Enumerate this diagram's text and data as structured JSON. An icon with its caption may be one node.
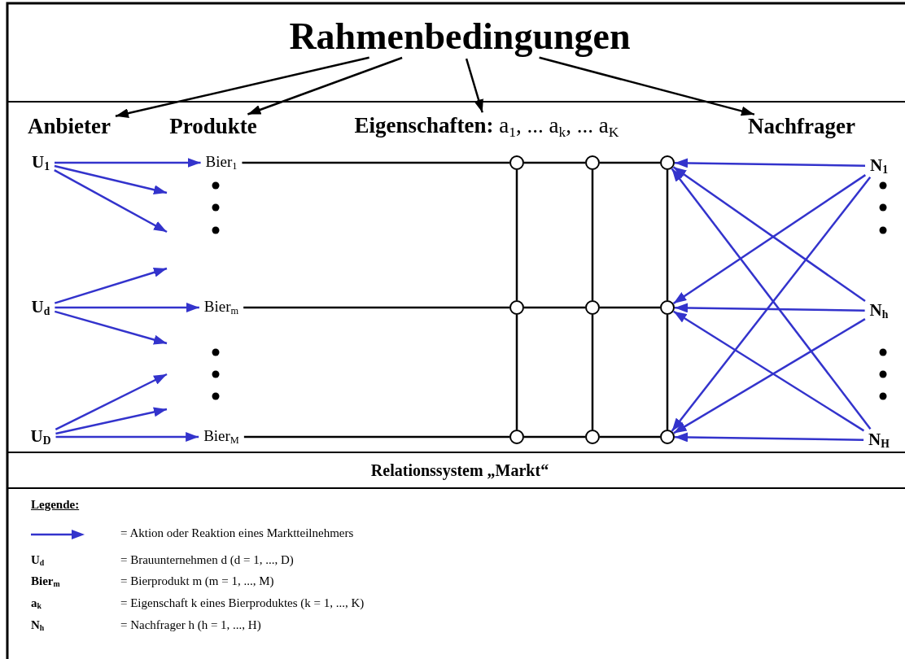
{
  "diagram": {
    "nodes": [
      {
        "text": [
          "Rahmenbedingungen"
        ]
      },
      {
        "text": [
          "Anbieter"
        ]
      },
      {
        "text": [
          "Produkte"
        ]
      },
      {
        "text": [
          "**Eigenschaften:** a$_{1}$, ... a$_{k}$, ... a$_{K}$"
        ]
      },
      {
        "text": [
          "Nachfrager"
        ]
      },
      {
        "text": [
          "U$_{1}$"
        ]
      },
      {
        "text": [
          "U$_{d}$"
        ]
      },
      {
        "text": [
          "U$_{D}$"
        ]
      },
      {
        "text": [
          "Bier$_{1}$"
        ]
      },
      {
        "text": [
          "Bier$_{m}$"
        ]
      },
      {
        "text": [
          "Bier$_{M}$"
        ]
      },
      {
        "text": [],
        "shape": "circle"
      },
      {
        "text": [],
        "shape": "circle"
      },
      {
        "text": [],
        "shape": "circle"
      },
      {
        "text": [],
        "shape": "circle"
      },
      {
        "text": [],
        "shape": "circle"
      },
      {
        "text": [],
        "shape": "circle"
      },
      {
        "text": [],
        "shape": "circle"
      },
      {
        "text": [],
        "shape": "circle"
      },
      {
        "text": [],
        "shape": "circle"
      },
      {
        "text": [
          "N$_{1}$"
        ]
      },
      {
        "text": [
          "N$_{h}$"
        ]
      },
      {
        "text": [
          "N$_{H}$"
        ]
      }
    ],
    "edges": [
      {
        "from": 0,
        "to": 1,
        "arrow": "to"
      },
      {
        "from": 0,
        "to": 2,
        "arrow": "to"
      },
      {
        "from": 0,
        "to": 3,
        "arrow": "to"
      },
      {
        "from": 0,
        "to": 4,
        "arrow": "to"
      },
      {
        "from": 5,
        "to": 8,
        "arrow": "to",
        "color": "#3333cc"
      },
      {
        "from": 5,
        "to": null,
        "arrow": "to",
        "color": "#3333cc"
      },
      {
        "from": 5,
        "to": null,
        "arrow": "to",
        "color": "#3333cc"
      },
      {
        "from": 6,
        "to": null,
        "arrow": "to",
        "color": "#3333cc"
      },
      {
        "from": 6,
        "to": 9,
        "arrow": "to",
        "color": "#3333cc"
      },
      {
        "from": 6,
        "to": null,
        "arrow": "to",
        "color": "#3333cc"
      },
      {
        "from": 7,
        "to": null,
        "arrow": "to",
        "color": "#3333cc"
      },
      {
        "from": 7,
        "to": null,
        "arrow": "to",
        "color": "#3333cc"
      },
      {
        "from": 7,
        "to": 10,
        "arrow": "to",
        "color": "#3333cc"
      },
      {
        "from": 8,
        "to": 11,
        "arrow": "none"
      },
      {
        "from": 11,
        "to": 12,
        "arrow": "none"
      },
      {
        "from": 12,
        "to": 13,
        "arrow": "none"
      },
      {
        "from": 9,
        "to": 14,
        "arrow": "none"
      },
      {
        "from": 14,
        "to": 15,
        "arrow": "none"
      },
      {
        "from": 15,
        "to": 16,
        "arrow": "none"
      },
      {
        "from": 10,
        "to": 17,
        "arrow": "none"
      },
      {
        "from": 17,
        "to": 18,
        "arrow": "none"
      },
      {
        "from": 18,
        "to": 19,
        "arrow": "none"
      },
      {
        "from": 11,
        "to": 14,
        "arrow": "none"
      },
      {
        "from": 14,
        "to": 17,
        "arrow": "none"
      },
      {
        "from": 12,
        "to": 15,
        "arrow": "none"
      },
      {
        "from": 15,
        "to": 18,
        "arrow": "none"
      },
      {
        "from": 13,
        "to": 16,
        "arrow": "none"
      },
      {
        "from": 16,
        "to": 19,
        "arrow": "none"
      },
      {
        "from": 20,
        "to": 13,
        "arrow": "to",
        "color": "#3333cc"
      },
      {
        "from": 20,
        "to": 16,
        "arrow": "to",
        "color": "#3333cc"
      },
      {
        "from": 20,
        "to": 19,
        "arrow": "to",
        "color": "#3333cc"
      },
      {
        "from": 21,
        "to": 13,
        "arrow": "to",
        "color": "#3333cc"
      },
      {
        "from": 21,
        "to": 16,
        "arrow": "to",
        "color": "#3333cc"
      },
      {
        "from": 21,
        "to": 19,
        "arrow": "to",
        "color": "#3333cc"
      },
      {
        "from": 22,
        "to": 13,
        "arrow": "to",
        "color": "#3333cc"
      },
      {
        "from": 22,
        "to": 16,
        "arrow": "to",
        "color": "#3333cc"
      },
      {
        "from": 22,
        "to": 19,
        "arrow": "to",
        "color": "#3333cc"
      }
    ],
    "labels": [
      "Relationssystem „Markt“",
      "Legende:",
      "U$_{d}$",
      "= Brauunternehmen d (d = 1, ..., D)",
      "Bier$_{m}$",
      "= Bierprodukt m (m = 1, ..., M)",
      "a$_{k}$",
      "= Eigenschaft k eines Bierproduktes (k = 1, ..., K)",
      "N$_{h}$",
      "= Nachfrager h (h = 1, ..., H)"
    ],
    "legend": [
      {
        "text": "= Aktion oder Reaktion eines Marktteilnehmers"
      }
    ]
  }
}
